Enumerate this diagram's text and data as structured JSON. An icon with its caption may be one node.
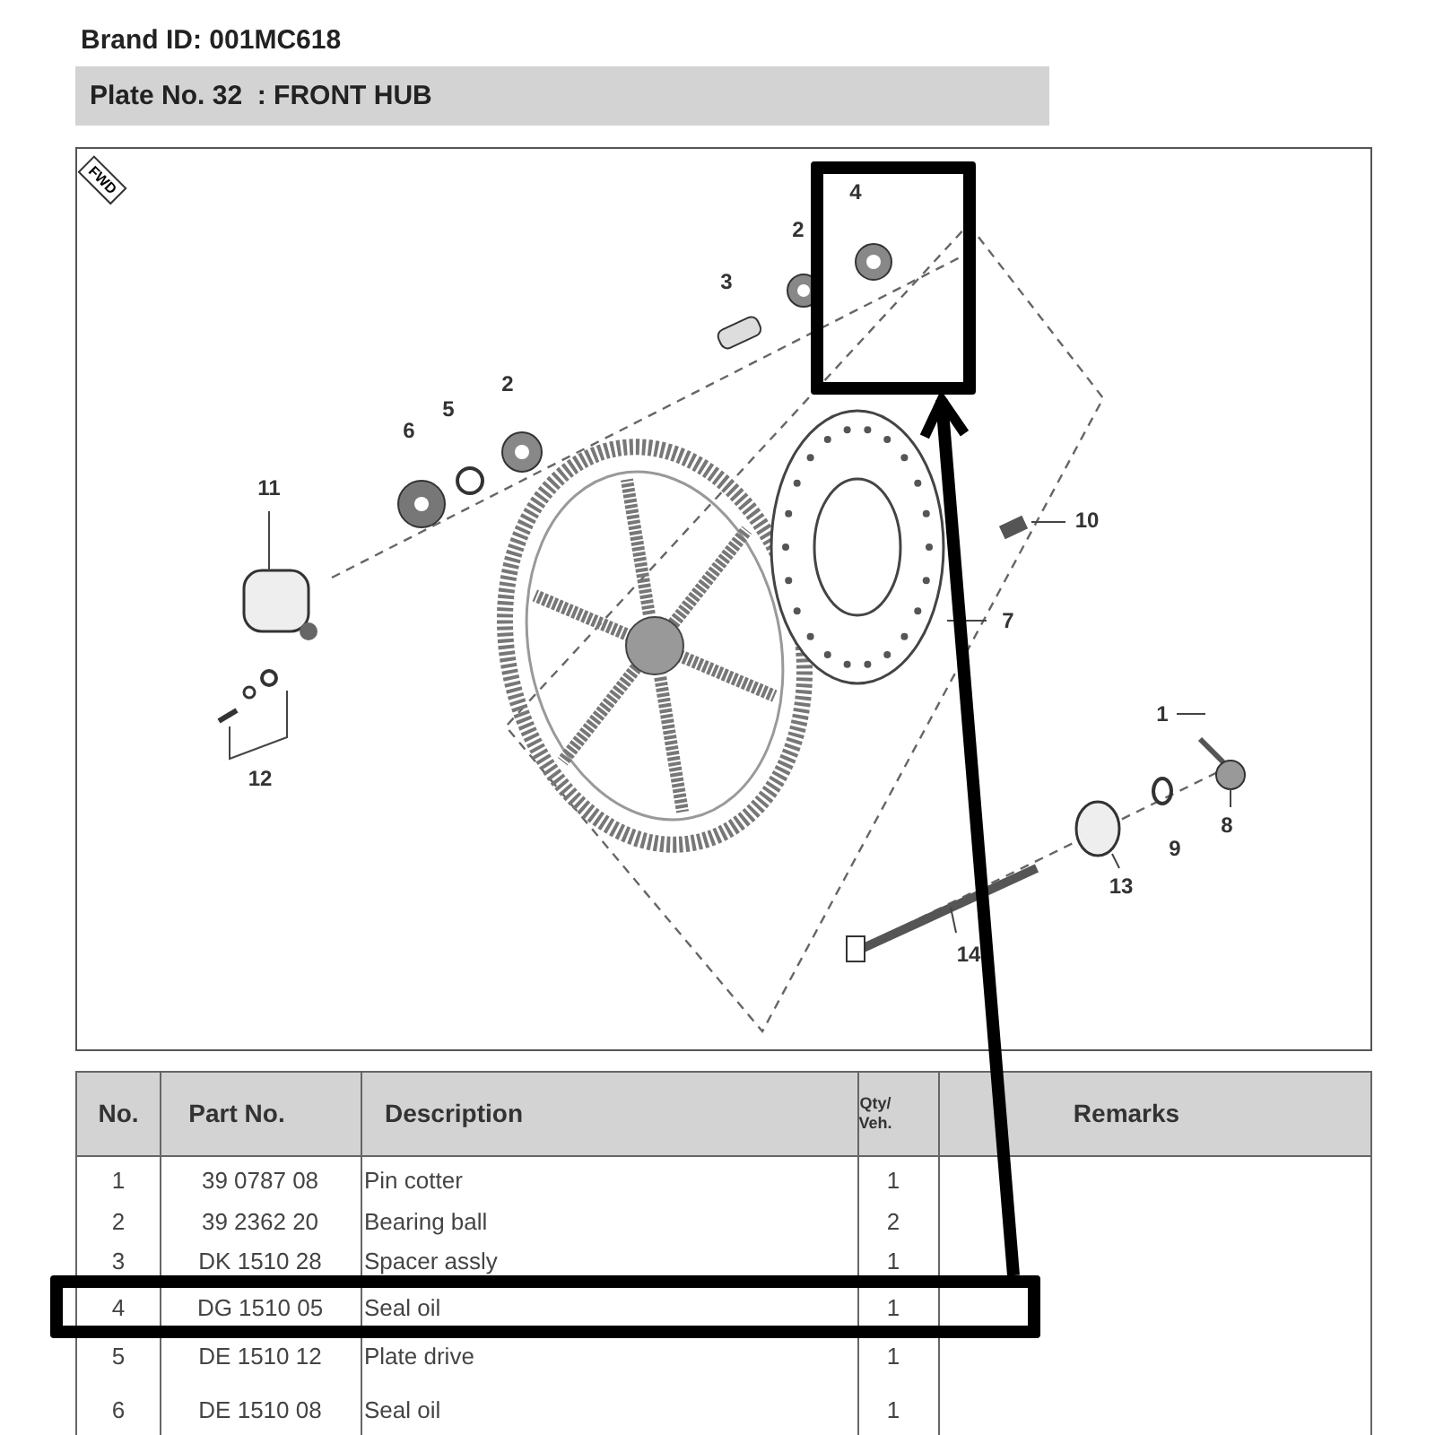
{
  "diagram": {
    "title": "Plate No. 32  : FRONT HUB",
    "nodes": [
      {
        "text": [],
        "shape": "box"
      },
      {
        "text": [],
        "shape": "box"
      }
    ],
    "edges": [
      {
        "from": 1,
        "to": 0,
        "arrow": "to"
      }
    ],
    "labels": [
      "Brand ID: 001MC618",
      "FWD",
      "4",
      "2",
      "3",
      "6",
      "5",
      "2",
      "11",
      "10",
      "7",
      "1",
      "8",
      "9",
      "12",
      "13",
      "14",
      "No.",
      "Part No.",
      "Description",
      "Qty/ Veh.",
      "Remarks",
      "1",
      "39 0787 08",
      "Pin cotter",
      "1",
      "2",
      "39 2362 20",
      "Bearing ball",
      "2",
      "3",
      "DK 1510 28",
      "Spacer assly",
      "1",
      "4",
      "DG 1510 05",
      "Seal oil",
      "1",
      "5",
      "DE 1510 12",
      "Plate drive",
      "1",
      "6",
      "DE 1510 08",
      "Seal oil",
      "1"
    ]
  }
}
